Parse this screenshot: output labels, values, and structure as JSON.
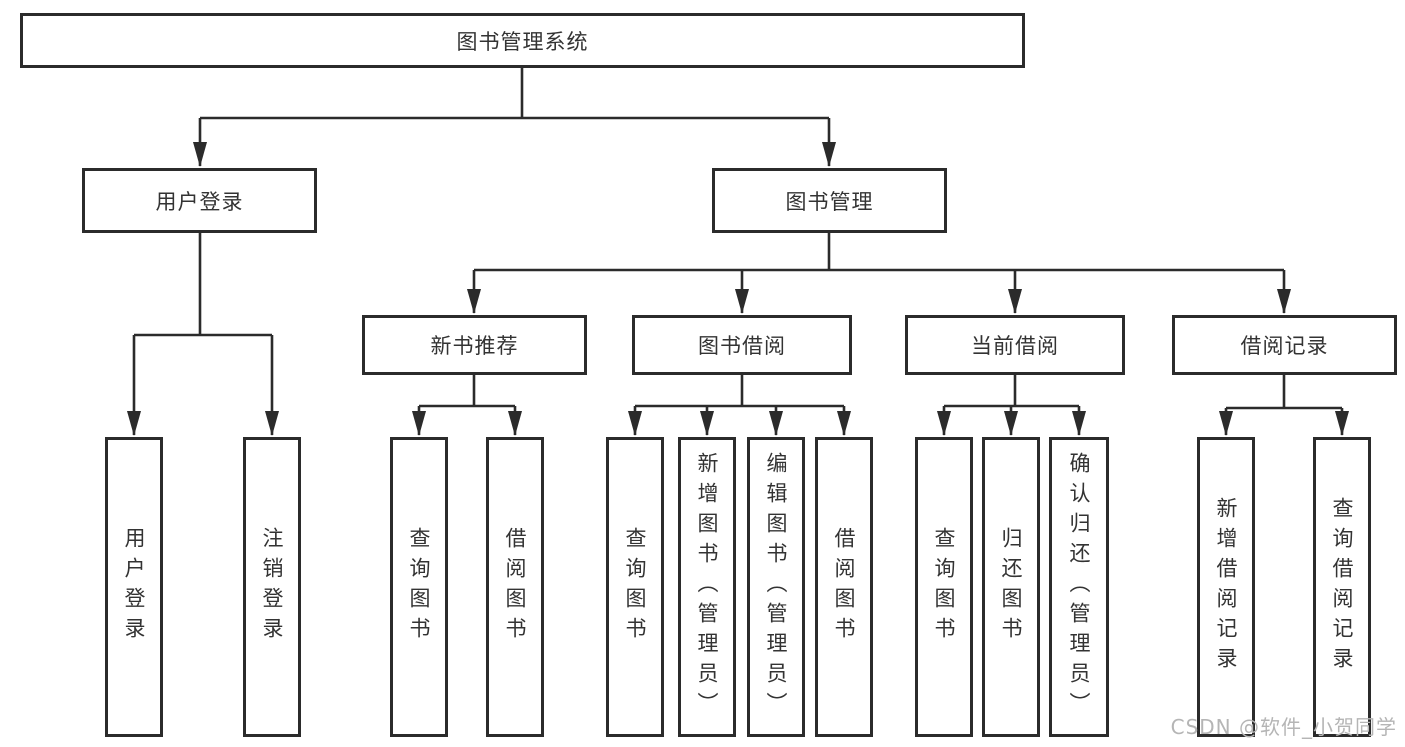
{
  "nodes": {
    "root": "图书管理系统",
    "user_login": "用户登录",
    "book_management": "图书管理",
    "new_book_recommend": "新书推荐",
    "book_borrowing": "图书借阅",
    "current_borrowing": "当前借阅",
    "borrowing_records": "借阅记录",
    "ul_user_login": "用户登录",
    "ul_logout": "注销登录",
    "nbr_query_books": "查询图书",
    "nbr_borrow_books": "借阅图书",
    "bb_query_books": "查询图书",
    "bb_add_books_admin": "新增图书（管理员）",
    "bb_edit_books_admin": "编辑图书（管理员）",
    "bb_borrow_books": "借阅图书",
    "cb_query_books": "查询图书",
    "cb_return_books": "归还图书",
    "cb_confirm_return_admin": "确认归还（管理员）",
    "br_add_record": "新增借阅记录",
    "br_query_record": "查询借阅记录"
  },
  "watermark": {
    "text": "CSDN @软件_小贺同学"
  },
  "colors": {
    "line": "#2b2b2b",
    "text": "#333333",
    "watermark": "#b5b5b5",
    "background": "#ffffff"
  }
}
